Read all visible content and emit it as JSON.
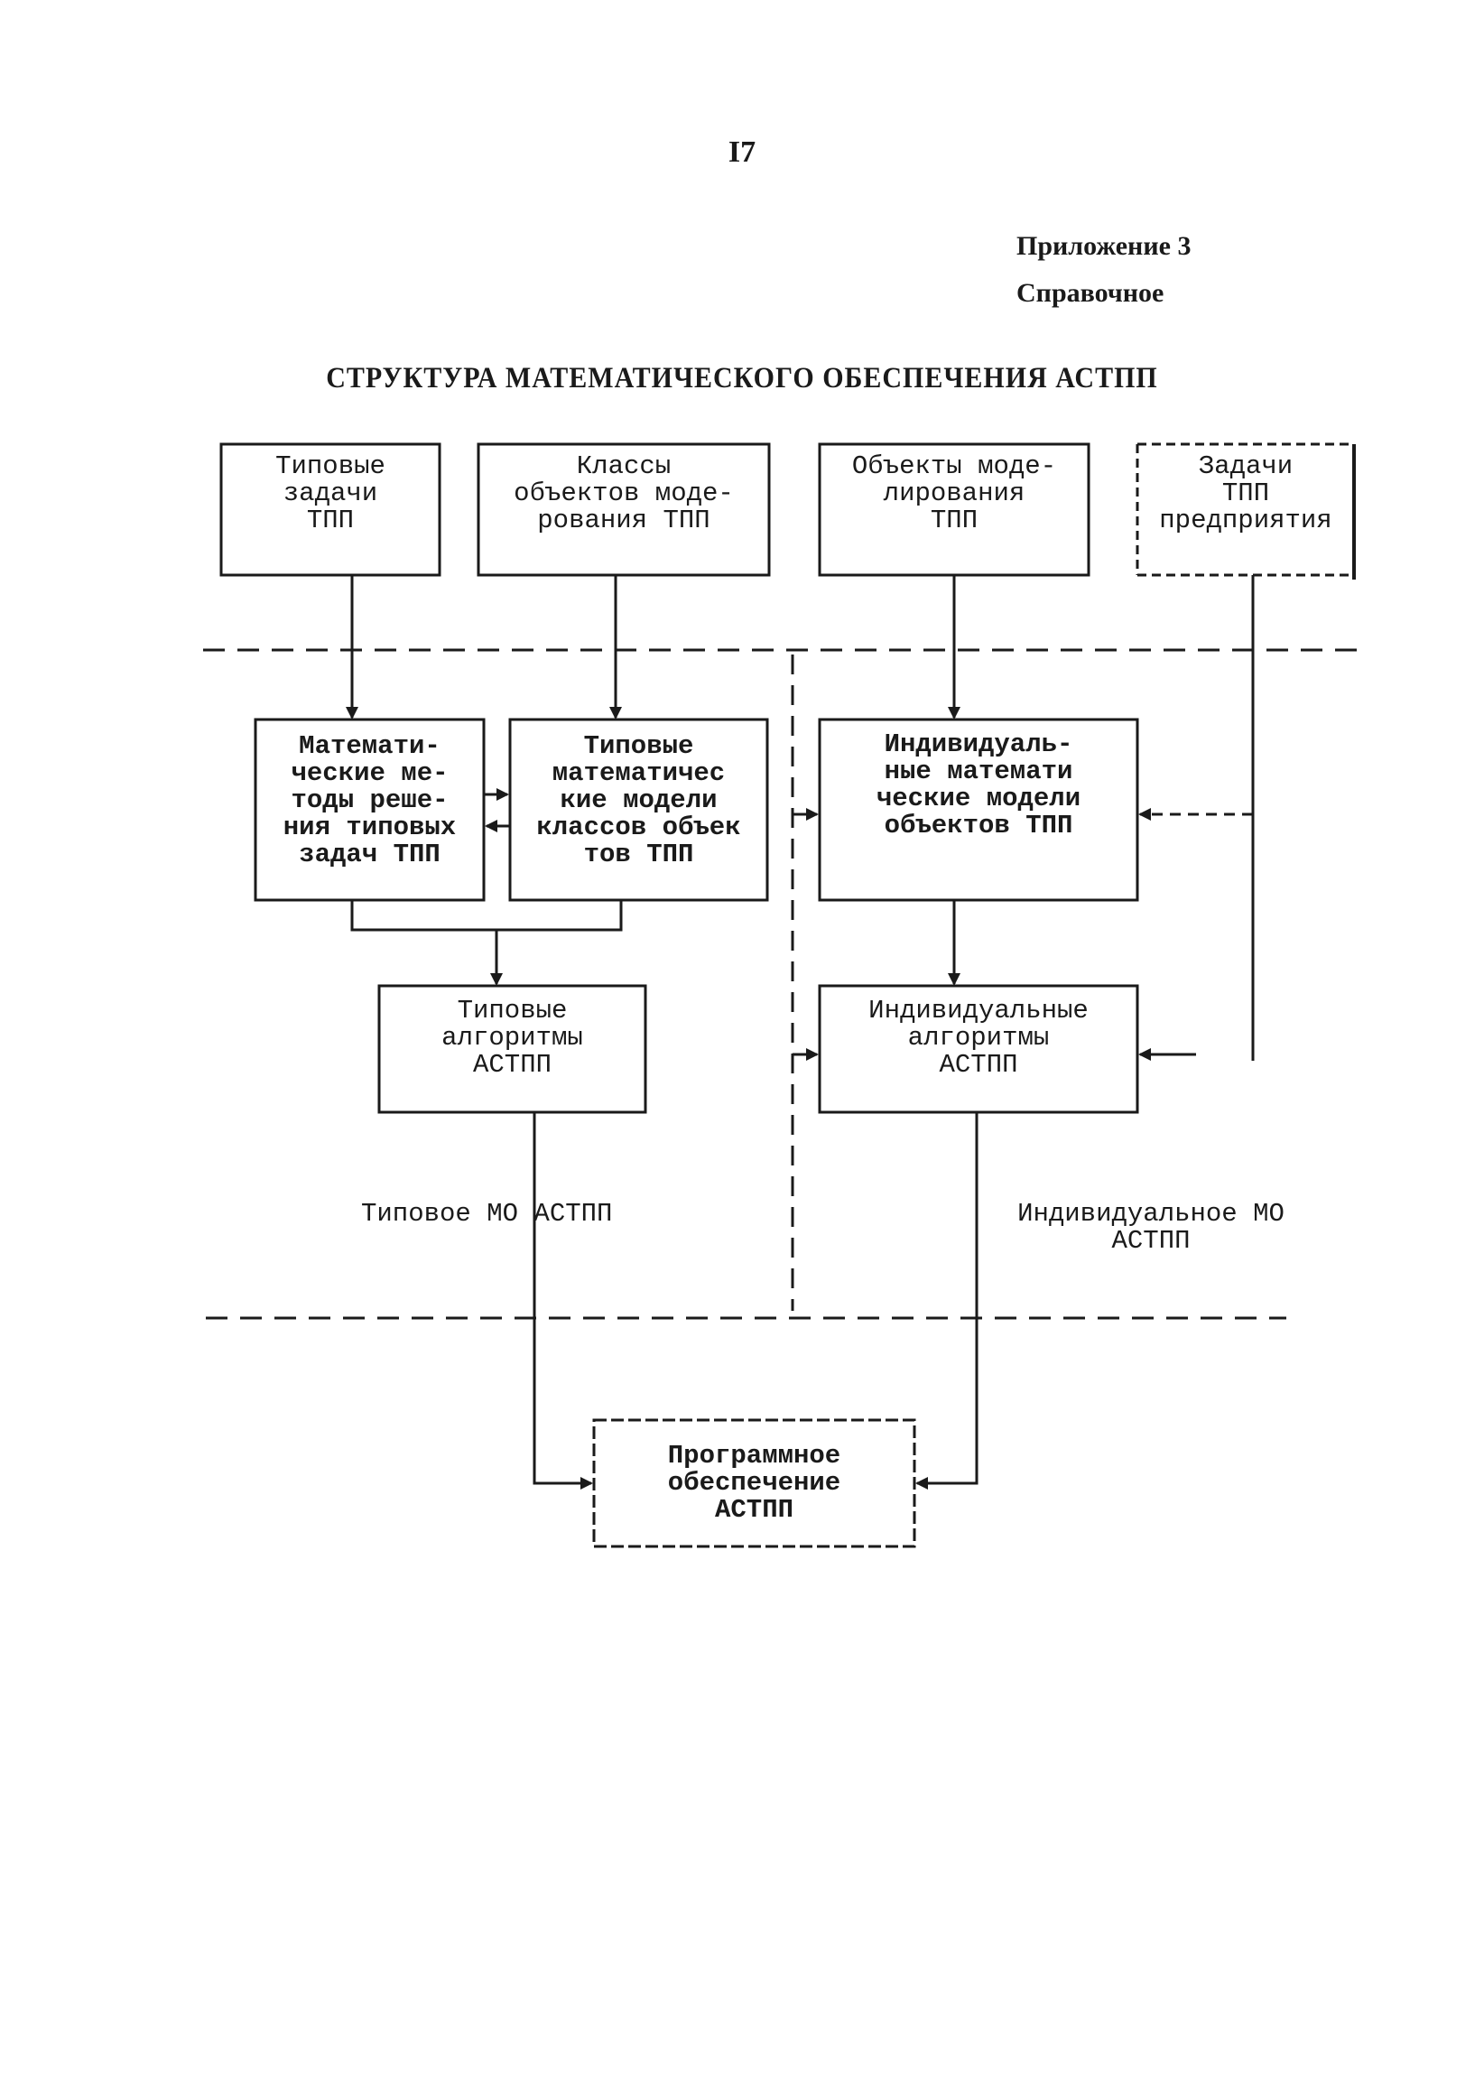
{
  "page_number": "I7",
  "appendix": {
    "line1": "Приложение 3",
    "line2": "Справочное"
  },
  "title": "СТРУКТУРА МАТЕМАТИЧЕСКОГО ОБЕСПЕЧЕНИЯ АСТПП",
  "boxes": {
    "typical_tasks": "Типовые\nзадачи\nТПП",
    "object_classes": "Классы\nобъектов моде-\nрования ТПП",
    "modeling_objects": "Объекты моде-\nлирования\nТПП",
    "enterprise_tasks": "Задачи\nТПП\nпредприятия",
    "math_methods": "Математи-\nческие ме-\nтоды реше-\nния типовых\nзадач ТПП",
    "typical_models": "Типовые\nматематичес\nкие модели\nклассов объек\nтов ТПП",
    "individual_models": "Индивидуаль-\nные математи\nческие модели\nобъектов ТПП",
    "typical_algorithms": "Типовые\nалгоритмы\nАСТПП",
    "individual_algorithms": "Индивидуальные\nалгоритмы\nАСТПП",
    "software": "Программное\nобеспечение\nАСТПП"
  },
  "labels": {
    "typical_mo": "Типовое МО  АСТПП",
    "individual_mo": "Индивидуальное МО\nАСТПП"
  }
}
